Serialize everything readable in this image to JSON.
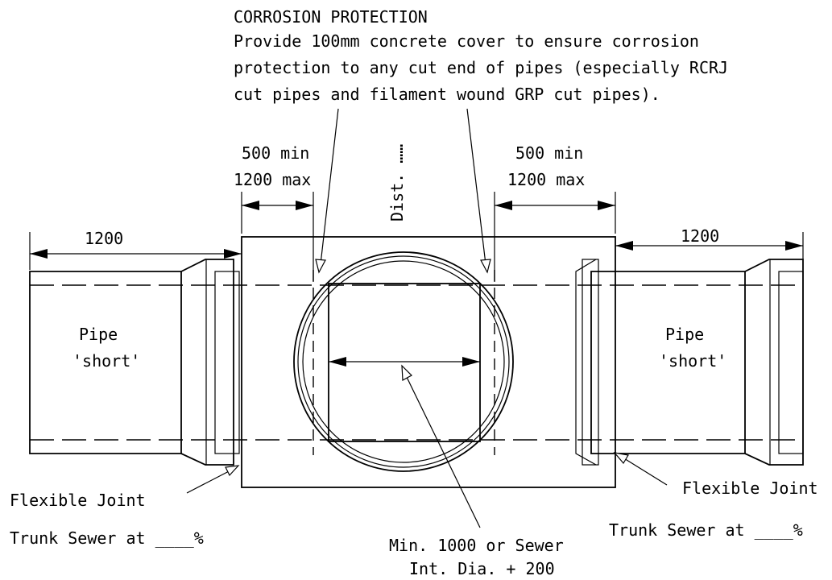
{
  "note": {
    "title": "CORROSION  PROTECTION",
    "lines": [
      "Provide 100mm concrete cover to ensure corrosion",
      "protection to any cut end of pipes (especially RCRJ",
      "cut pipes and filament wound GRP cut pipes)."
    ]
  },
  "dims": {
    "left_top": "500 min",
    "left_bottom": "1200 max",
    "right_top": "500 min",
    "right_bottom": "1200 max",
    "left_pipe": "1200",
    "right_pipe": "1200",
    "dist": "Dist. ……"
  },
  "labels": {
    "pipe_left_1": "Pipe",
    "pipe_left_2": "'short'",
    "pipe_right_1": "Pipe",
    "pipe_right_2": "'short'",
    "joint_left": "Flexible Joint",
    "joint_right": "Flexible Joint",
    "sewer_left": "Trunk Sewer at ____%",
    "sewer_right": "Trunk Sewer at ____%",
    "min_dia_1": "Min. 1000 or Sewer",
    "min_dia_2": "Int. Dia. + 200"
  }
}
